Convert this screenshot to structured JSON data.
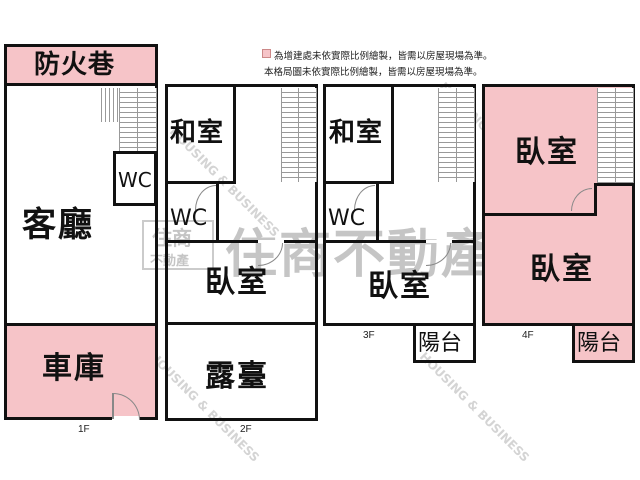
{
  "legend": {
    "swatch_color": "#f6c4c8",
    "line1": "為增建處未依實際比例繪製，皆需以房屋現場為準。",
    "line2": "本格局圖未依實際比例繪製，皆需以房屋現場為準。"
  },
  "colors": {
    "addition_pink": "#f6c4c8",
    "wall": "#111111",
    "watermark": "#9a9a9a"
  },
  "floors": {
    "f1": {
      "label": "1F",
      "rooms": {
        "fire_lane": "防火巷",
        "wc": "WC",
        "living_room": "客廳",
        "garage": "車庫"
      }
    },
    "f2": {
      "label": "2F",
      "rooms": {
        "japanese_room": "和室",
        "wc": "WC",
        "bedroom": "臥室",
        "terrace": "露臺"
      }
    },
    "f3": {
      "label": "3F",
      "rooms": {
        "japanese_room": "和室",
        "wc": "WC",
        "bedroom": "臥室",
        "balcony": "陽台"
      }
    },
    "f4": {
      "label": "4F",
      "rooms": {
        "bedroom_upper": "臥室",
        "bedroom_lower": "臥室",
        "balcony": "陽台"
      }
    }
  },
  "watermark": {
    "main": "住商不動產",
    "logo_top": "住商",
    "logo_bottom": "不動產",
    "english": "HOUSING & BUSINESS"
  }
}
